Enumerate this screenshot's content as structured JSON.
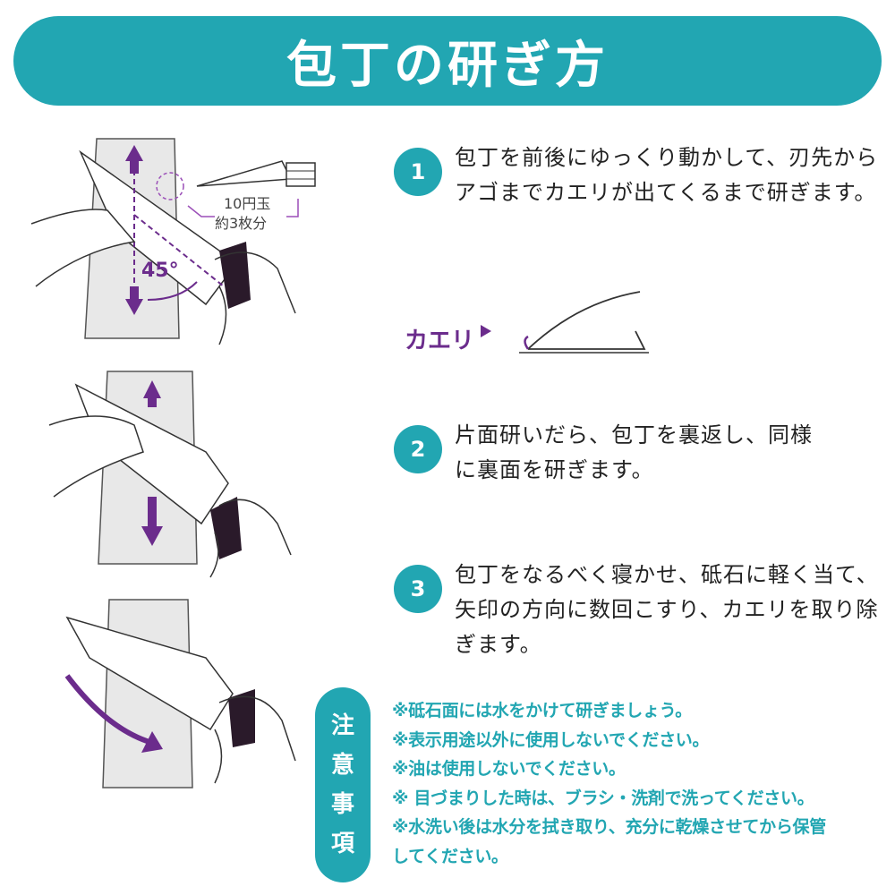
{
  "title": "包丁の研ぎ方",
  "steps": [
    {
      "number": "1",
      "text": "包丁を前後にゆっくり動かして、刃先からアゴまでカエリが出てくるまで研ぎます。"
    },
    {
      "number": "2",
      "text": "片面研いだら、包丁を裏返し、同様に裏面を研ぎます。"
    },
    {
      "number": "3",
      "text": "包丁をなるべく寝かせ、砥石に軽く当て、矢印の方向に数回こすり、カエリを取り除ぎます。"
    }
  ],
  "diagram": {
    "kaeri_label": "カエリ",
    "angle_label": "45°",
    "coin_label_1": "10円玉",
    "coin_label_2": "約3枚分"
  },
  "notes": {
    "heading": [
      "注",
      "意",
      "事",
      "項"
    ],
    "items": [
      "※砥石面には水をかけて研ぎましょう。",
      "※表示用途以外に使用しないでください。",
      "※油は使用しないでください。",
      "※ 目づまりした時は、ブラシ・洗剤で洗ってください。",
      "※水洗い後は水分を拭き取り、充分に乾燥させてから保管",
      "してください。"
    ]
  },
  "colors": {
    "teal": "#22a6b2",
    "purple": "#6b2c8c"
  }
}
